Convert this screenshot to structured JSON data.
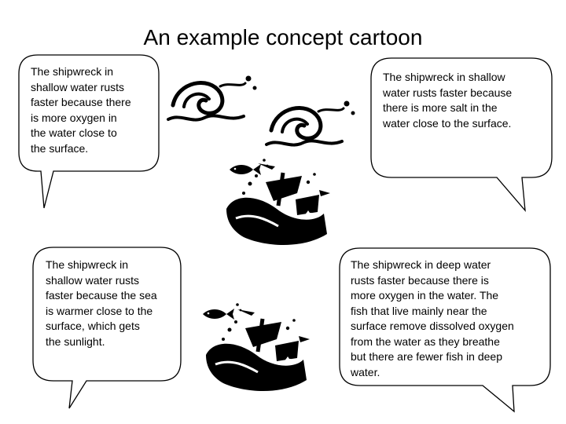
{
  "title": "An example concept cartoon",
  "bubbles": [
    {
      "text": "The shipwreck in\nshallow water rusts\nfaster because there\nis more oxygen in\nthe water close to\nthe surface."
    },
    {
      "text": "The shipwreck in shallow\nwater rusts faster because\nthere is more salt in the\nwater close to the surface."
    },
    {
      "text": "The shipwreck in\nshallow water rusts\nfaster because the sea\nis warmer close to the\nsurface, which gets\nthe sunlight."
    },
    {
      "text": "The shipwreck in deep water\nrusts faster because there is\nmore oxygen in the water. The\nfish that live mainly near the\nsurface remove dissolved oxygen\nfrom the water as they breathe\nbut there are fewer fish in deep\nwater."
    }
  ],
  "colors": {
    "ink": "#000000",
    "paper": "#ffffff"
  },
  "icons": [
    "wave-icon",
    "shipwreck-icon",
    "fish-icon"
  ]
}
